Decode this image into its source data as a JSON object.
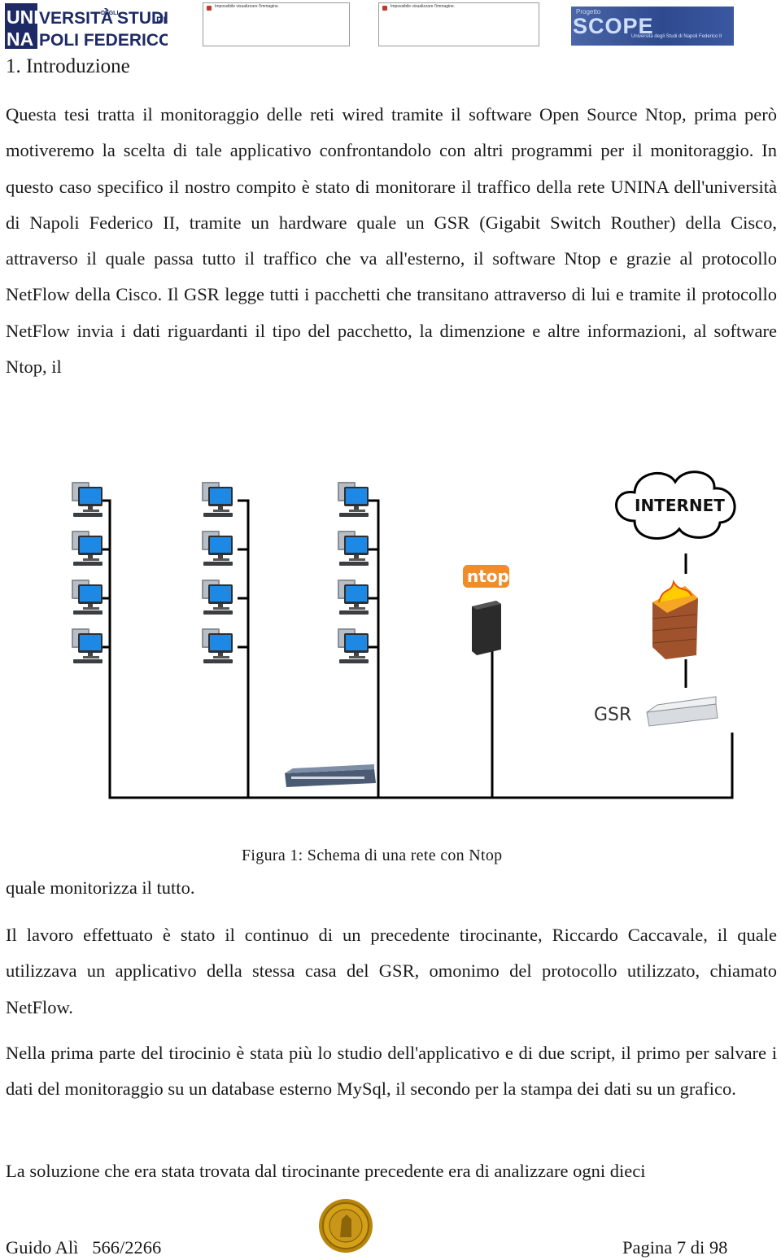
{
  "header": {
    "logo_unina": {
      "line1a": "UNI",
      "line1b": "VERSITÀ",
      "line1c": "DEGLI",
      "line1d": "STUDI",
      "line1e": "DI",
      "line2a": "NA",
      "line2b": "POLI FEDERICO II"
    },
    "placeholder_text": "Impossibile visualizzare l'immagine.",
    "logo_scope": {
      "prog": "Progetto",
      "title": "SCOPE",
      "sub": "Università degli Studi di Napoli Federico II"
    }
  },
  "section_title": "1. Introduzione",
  "paragraphs": {
    "p1": "Questa tesi tratta il monitoraggio delle reti wired tramite il software Open Source Ntop, prima però motiveremo la scelta di tale applicativo confrontandolo con altri programmi per il monitoraggio. In questo caso specifico il nostro compito è stato di monitorare il traffico della rete UNINA dell'università di Napoli Federico II, tramite un hardware quale un GSR (Gigabit Switch Routher) della Cisco, attraverso il quale passa tutto il traffico che va all'esterno, il software Ntop e grazie al protocollo NetFlow della Cisco. Il GSR legge tutti i pacchetti che transitano attraverso di lui e tramite il protocollo NetFlow invia i dati riguardanti il tipo del pacchetto, la dimenzione e altre informazioni, al software Ntop, il",
    "p2": "quale monitorizza il tutto.",
    "p3": "Il lavoro effettuato è stato il continuo di un precedente tirocinante, Riccardo Caccavale, il quale utilizzava un applicativo della stessa casa del GSR, omonimo del protocollo utilizzato, chiamato NetFlow.",
    "p4": "Nella prima parte del tirocinio è stata più lo studio dell'applicativo e di due script, il primo per salvare i dati del monitoraggio su un database esterno MySql, il secondo per la stampa dei dati su un grafico.",
    "p5": "La soluzione che era stata trovata dal tirocinante precedente era di analizzare ogni dieci"
  },
  "figure": {
    "internet_label": "INTERNET",
    "ntop_label": "ntop",
    "gsr_label": "GSR",
    "caption": "Figura 1: Schema di una rete con Ntop"
  },
  "footer": {
    "author": "Guido Alì   566/2266",
    "page": "Pagina 7 di 98"
  }
}
